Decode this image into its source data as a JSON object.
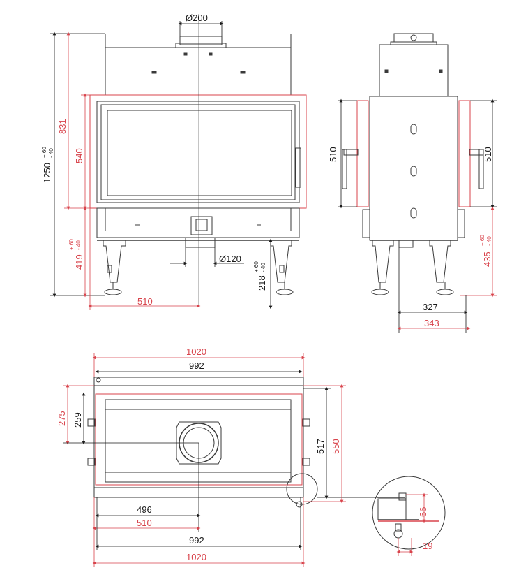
{
  "colors": {
    "line": "#3a3a3a",
    "dim_black": "#1a1a1a",
    "dim_red": "#d8434b",
    "fill_grey": "#d9d9d9",
    "fill_dark": "#9a9a9a"
  },
  "front_view": {
    "flue_top": "Ø200",
    "flue_bottom": "Ø120",
    "total_height": "1250",
    "total_height_tol_plus": "+ 60",
    "total_height_tol_minus": "- 40",
    "upper_height": "831",
    "glass_height": "540",
    "base_height": "419",
    "base_tol_plus": "+ 60",
    "base_tol_minus": "- 40",
    "leg_height": "218",
    "leg_tol_plus": "+ 60",
    "leg_tol_minus": "- 40",
    "center_width": "510"
  },
  "side_view": {
    "glass_height_left": "510",
    "glass_height_right": "510",
    "base_height": "435",
    "base_tol_plus": "+ 60",
    "base_tol_minus": "- 40",
    "depth_inner": "327",
    "depth_outer": "343"
  },
  "top_view": {
    "outer_width_top": "1020",
    "inner_width_top": "992",
    "depth_left_outer": "275",
    "depth_left_inner": "259",
    "depth_right_inner": "517",
    "depth_right_outer": "550",
    "flue_offset_inner": "496",
    "flue_offset_outer": "510",
    "inner_width_bottom": "992",
    "outer_width_bottom": "1020"
  },
  "detail_view": {
    "vertical": "66",
    "horizontal": "19"
  }
}
